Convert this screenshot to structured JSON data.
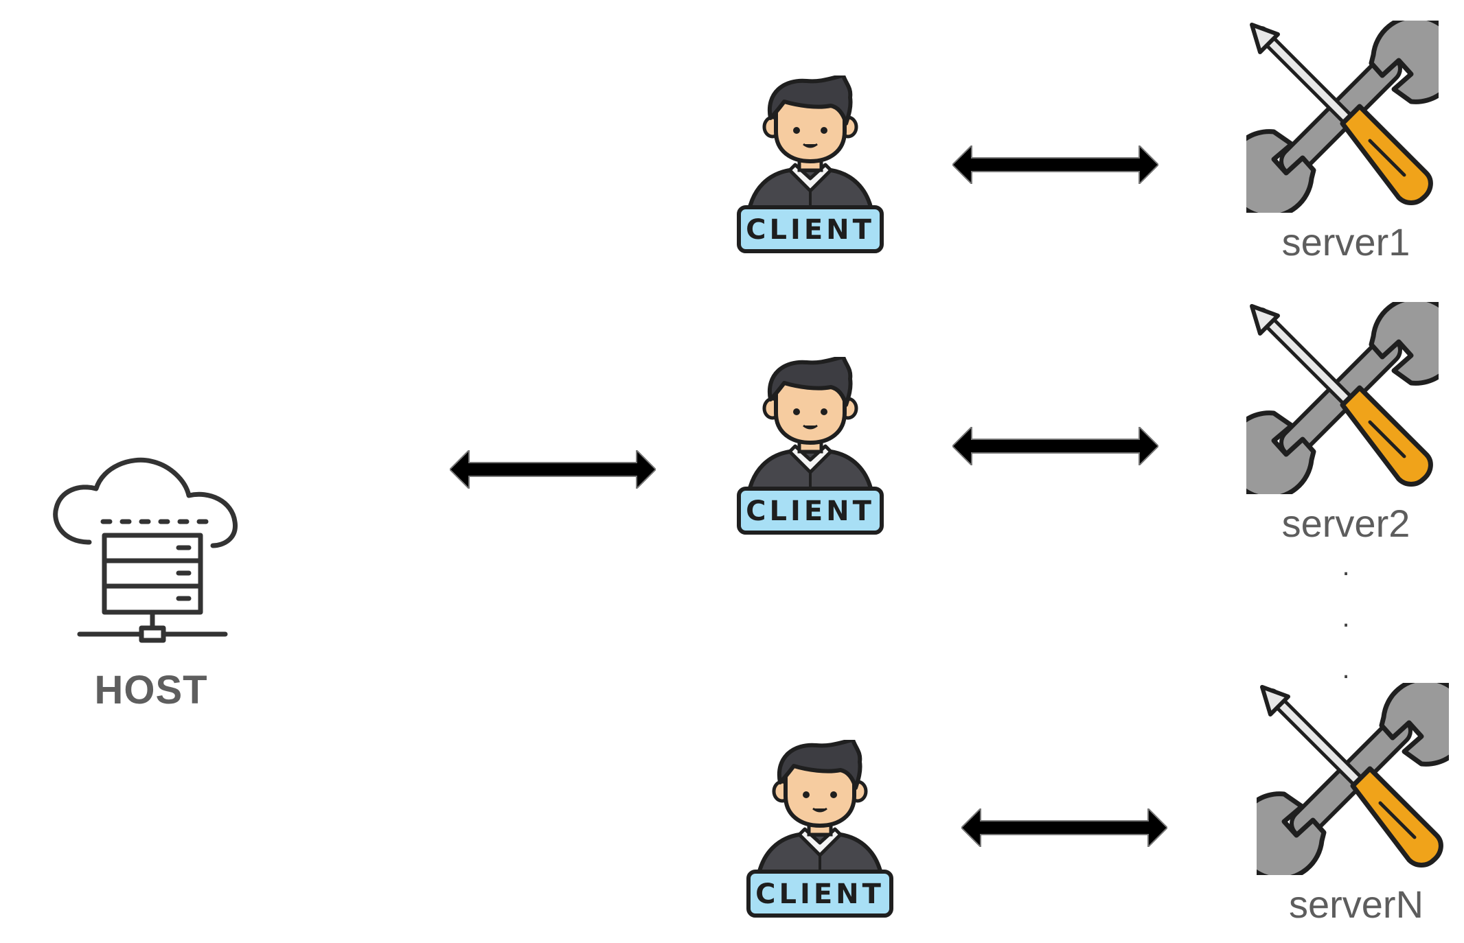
{
  "host": {
    "label": "HOST",
    "icon": "cloud-server-icon"
  },
  "clients": [
    {
      "label": "CLIENT",
      "icon": "client-person-icon"
    },
    {
      "label": "CLIENT",
      "icon": "client-person-icon"
    },
    {
      "label": "CLIENT",
      "icon": "client-person-icon"
    }
  ],
  "servers": [
    {
      "label": "server1",
      "icon": "tools-icon"
    },
    {
      "label": "server2",
      "icon": "tools-icon"
    },
    {
      "label": "serverN",
      "icon": "tools-icon"
    }
  ],
  "ellipsis": ".",
  "connectors": {
    "type": "bidirectional-arrow",
    "color": "#000000"
  },
  "colors": {
    "client_badge": "#a8dff5",
    "hair": "#3d3d42",
    "skin": "#f6cca0",
    "shirt": "#47474c",
    "screwdriver_handle": "#f0a31a",
    "wrench": "#9a9a9a",
    "outline": "#1f1f1f"
  }
}
